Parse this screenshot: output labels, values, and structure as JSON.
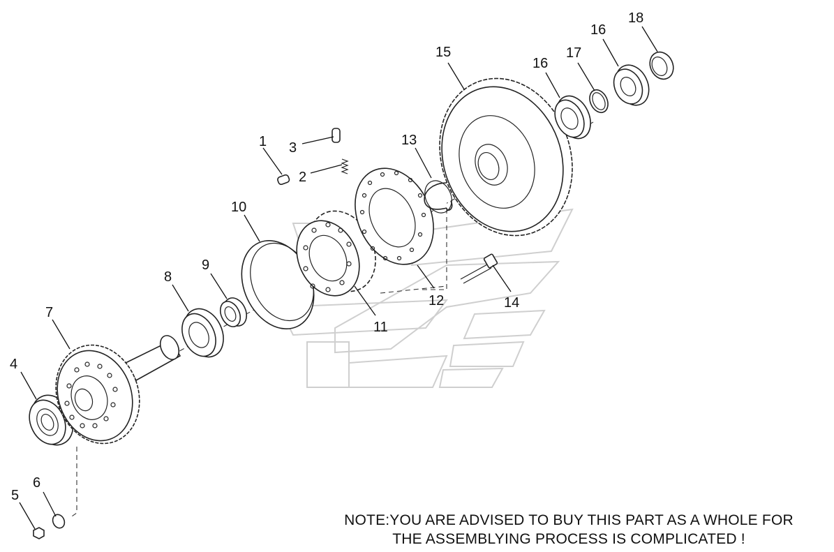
{
  "callouts": {
    "c1": "1",
    "c2": "2",
    "c3": "3",
    "c4": "4",
    "c5": "5",
    "c6": "6",
    "c7": "7",
    "c8": "8",
    "c9": "9",
    "c10": "10",
    "c11": "11",
    "c12": "12",
    "c13": "13",
    "c14": "14",
    "c15": "15",
    "c16a": "16",
    "c16b": "16",
    "c17": "17",
    "c18": "18"
  },
  "note": {
    "line1": "NOTE:YOU ARE ADVISED TO BUY THIS PART AS A WHOLE FOR",
    "line2": "THE ASSEMBLYING PROCESS IS COMPLICATED !"
  },
  "colors": {
    "line": "#222222",
    "watermark": "#cfcfcf",
    "background": "#ffffff"
  }
}
